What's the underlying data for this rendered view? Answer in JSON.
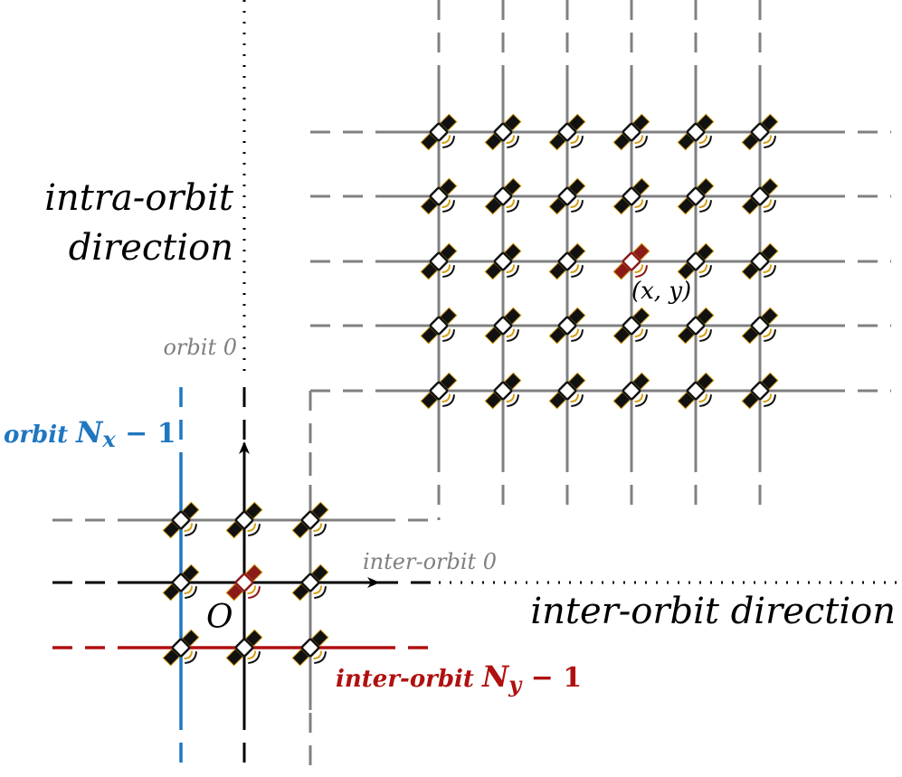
{
  "labels": {
    "intra_orbit_line1": "intra-orbit",
    "intra_orbit_line2": "direction",
    "inter_orbit_direction": "inter-orbit direction",
    "orbit_0": "orbit 0",
    "orbit_last_prefix": "orbit ",
    "orbit_last_symbol": "N",
    "orbit_last_subscript": "x",
    "orbit_last_suffix": " − 1",
    "inter_orbit_0": "inter-orbit 0",
    "inter_orbit_last_prefix": "inter-orbit ",
    "inter_orbit_last_symbol": "N",
    "inter_orbit_last_subscript": "y",
    "inter_orbit_last_suffix": " − 1",
    "origin": "O",
    "highlighted_node": "(x, y)"
  },
  "colors": {
    "gray_lines": "#808080",
    "black_axes": "#000000",
    "orbit_last": "#1f77c0",
    "inter_orbit_last": "#b01010",
    "highlight_satellite": "#8b1a1a",
    "satellite_body": "#111111",
    "satellite_accent": "#d4a017"
  },
  "icons": {
    "satellite": "satellite-icon",
    "axis_arrow": "arrow-icon"
  }
}
